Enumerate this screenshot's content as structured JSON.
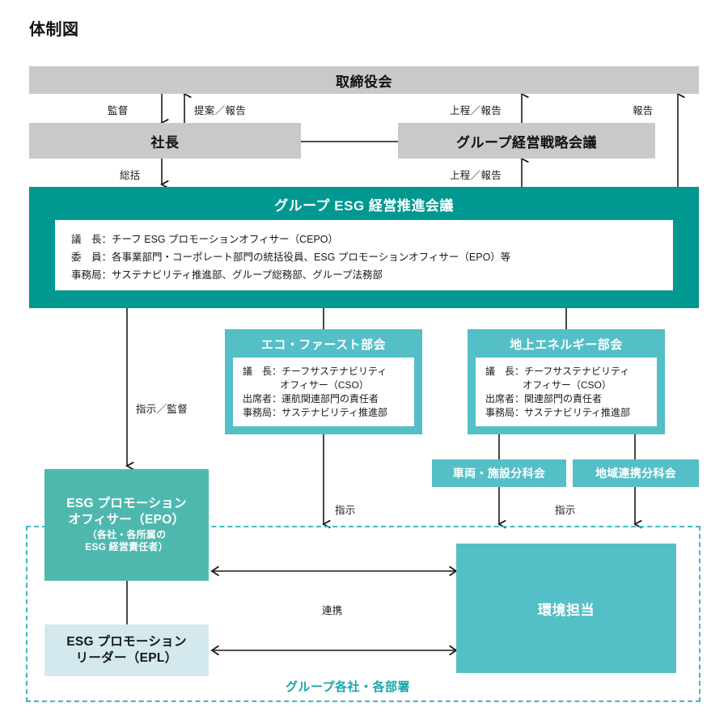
{
  "page": {
    "title": "体制図"
  },
  "top": {
    "board": "取締役会",
    "president": "社長",
    "group_strategy": "グループ経営戦略会議"
  },
  "connectors": {
    "supervision": "監督",
    "proposal_report": "提案／報告",
    "submission_report_right": "上程／報告",
    "report": "報告",
    "submission_report_lower": "上程／報告",
    "summary": "総括",
    "instruct_supervise": "指示／監督",
    "instruct_center": "指示",
    "instruct_right": "指示",
    "cooperation": "連携"
  },
  "council": {
    "title": "グループ ESG 経営推進会議",
    "rows": [
      {
        "label": "議　長：",
        "value": "チーフ ESG プロモーションオフィサー（CEPO）"
      },
      {
        "label": "委　員：",
        "value": "各事業部門・コーポレート部門の統括役員、ESG プロモーションオフィサー（EPO）等"
      },
      {
        "label": "事務局：",
        "value": "サステナビリティ推進部、グループ総務部、グループ法務部"
      }
    ]
  },
  "committees": [
    {
      "title": "エコ・ファースト部会",
      "lines": [
        "議　長：チーフサステナビリティ",
        "オフィサー（CSO）",
        "出席者：運航関連部門の責任者",
        "事務局：サステナビリティ推進部"
      ]
    },
    {
      "title": "地上エネルギー部会",
      "lines": [
        "議　長：チーフサステナビリティ",
        "オフィサー（CSO）",
        "出席者：関連部門の責任者",
        "事務局：サステナビリティ推進部"
      ]
    }
  ],
  "subcommittees": [
    {
      "label": "車両・施設分科会"
    },
    {
      "label": "地域連携分科会"
    }
  ],
  "bottom": {
    "epo_line1": "ESG プロモーション",
    "epo_line2": "オフィサー（EPO）",
    "epo_note1": "（各社・各所属の",
    "epo_note2": "ESG 経営責任者）",
    "epl_line1": "ESG プロモーション",
    "epl_line2": "リーダー（EPL）",
    "env": "環境担当",
    "group_label": "グループ各社・各部署"
  },
  "colors": {
    "gray_box": "#c9c9c9",
    "council_teal": "#009891",
    "committee_teal": "#54bfc6",
    "epo_teal": "#4fb8ae",
    "epl_light": "#d4e9ee",
    "dashed_border": "#3fb8c4",
    "dashed_label": "#18a6ae",
    "line": "#1a1a1a"
  }
}
